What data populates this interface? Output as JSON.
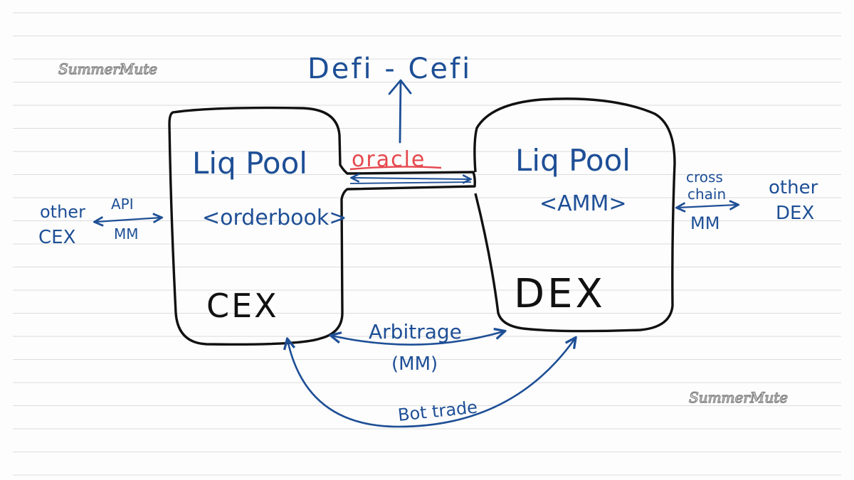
{
  "watermark": "SummerMute",
  "top_label": "Defi - Cefi",
  "oracle_label": "oracle",
  "cex_box": {
    "pool_label": "Liq Pool",
    "sub_label": "<orderbook>",
    "name": "CEX"
  },
  "dex_box": {
    "pool_label": "Liq Pool",
    "sub_label": "<AMM>",
    "name": "DEX"
  },
  "left_side": {
    "peer_line1": "other",
    "peer_line2": "CEX",
    "link_top": "API",
    "link_bottom": "MM"
  },
  "right_side": {
    "link_line1": "cross",
    "link_line2": "chain",
    "link_bottom": "MM",
    "peer_line1": "other",
    "peer_line2": "DEX"
  },
  "arbitrage": {
    "label": "Arbitrage",
    "sub_label": "(MM)"
  },
  "bot_trade_label": "Bot trade",
  "colors": {
    "ink_blue": "#1e4f96",
    "ink_black": "#111111",
    "ink_red": "#e5484d",
    "paper_line": "#dcdcdc"
  }
}
